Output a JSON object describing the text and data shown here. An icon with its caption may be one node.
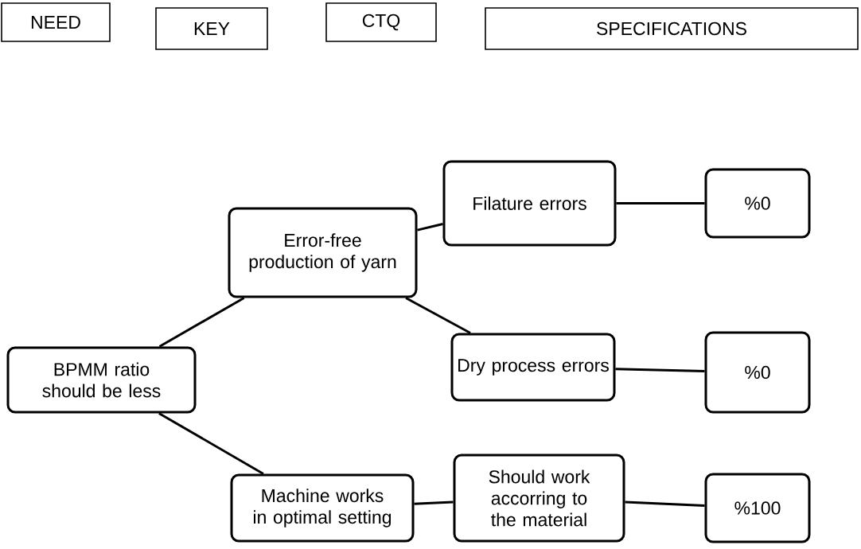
{
  "diagram": {
    "nodes": [
      {
        "text": [
          "NEED"
        ]
      },
      {
        "text": [
          "KEY"
        ]
      },
      {
        "text": [
          "CTQ"
        ]
      },
      {
        "text": [
          "SPECIFICATIONS"
        ]
      },
      {
        "text": [
          "BPMM ratio should be less"
        ]
      },
      {
        "text": [
          "Error-free production of yarn"
        ]
      },
      {
        "text": [
          "Filature errors"
        ]
      },
      {
        "text": [
          "%0"
        ]
      },
      {
        "text": [
          "Dry process errors"
        ]
      },
      {
        "text": [
          "%0"
        ]
      },
      {
        "text": [
          "Machine works in optimal setting"
        ]
      },
      {
        "text": [
          "Should work accorring to the material"
        ]
      },
      {
        "text": [
          "%100"
        ]
      }
    ],
    "edges": [
      {
        "from": 4,
        "to": 5,
        "arrow": "none"
      },
      {
        "from": 4,
        "to": 10,
        "arrow": "none"
      },
      {
        "from": 5,
        "to": 6,
        "arrow": "none"
      },
      {
        "from": 5,
        "to": 8,
        "arrow": "none"
      },
      {
        "from": 6,
        "to": 7,
        "arrow": "none"
      },
      {
        "from": 8,
        "to": 9,
        "arrow": "none"
      },
      {
        "from": 10,
        "to": 11,
        "arrow": "none"
      },
      {
        "from": 11,
        "to": 12,
        "arrow": "none"
      }
    ]
  }
}
